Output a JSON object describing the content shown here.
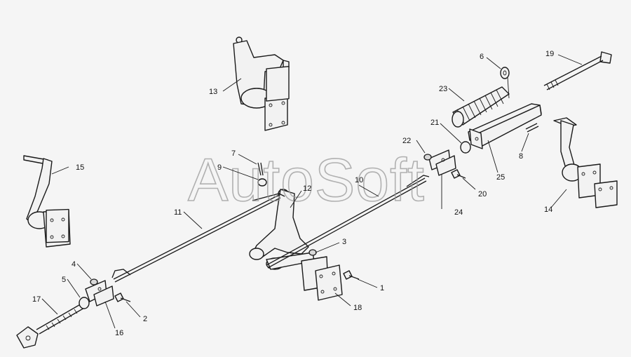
{
  "watermark": "AutoSoft",
  "callouts": {
    "c1": "1",
    "c2": "2",
    "c3": "3",
    "c4": "4",
    "c5": "5",
    "c6": "6",
    "c7": "7",
    "c8": "8",
    "c9": "9",
    "c10": "10",
    "c11": "11",
    "c12": "12",
    "c13": "13",
    "c14": "14",
    "c15": "15",
    "c16": "16",
    "c17": "17",
    "c18": "18",
    "c19": "19",
    "c20": "20",
    "c21": "21",
    "c22": "22",
    "c23": "23",
    "c24": "24",
    "c25": "25"
  },
  "colors": {
    "line": "#1a1a1a",
    "background": "#f5f5f5",
    "watermark": "#9a9a9a"
  }
}
